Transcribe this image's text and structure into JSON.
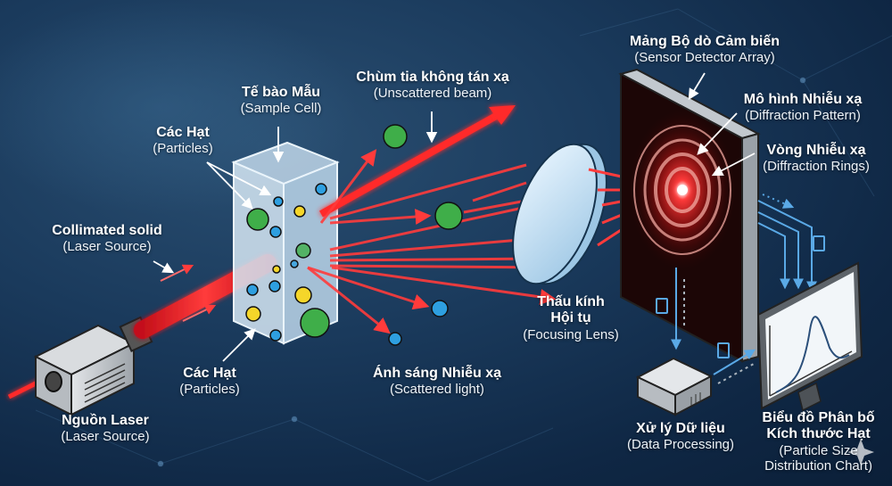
{
  "diagram": {
    "title": "Laser Diffraction Particle Size Analysis",
    "colors": {
      "background": "#12304f",
      "laser": "#ff2a2a",
      "particle_green": "#3fae49",
      "particle_blue": "#2e9fe0",
      "particle_yellow": "#f5d62a",
      "data_flow": "#5aa9e6",
      "label_text": "#ffffff"
    },
    "labels": {
      "laser_source": {
        "vi": "Nguồn Laser",
        "en": "(Laser Source)"
      },
      "collimated": {
        "vi": "Collimated solid",
        "en": "(Laser Source)"
      },
      "particles_top": {
        "vi": "Các Hạt",
        "en": "(Particles)"
      },
      "particles_bottom": {
        "vi": "Các Hạt",
        "en": "(Particles)"
      },
      "sample_cell": {
        "vi": "Tế bào Mẫu",
        "en": "(Sample Cell)"
      },
      "unscattered": {
        "vi": "Chùm tia không tán xạ",
        "en": "(Unscattered beam)"
      },
      "scattered": {
        "vi": "Ánh sáng Nhiễu xạ",
        "en": "(Scattered light)"
      },
      "lens": {
        "vi1": "Thấu kính",
        "vi2": "Hội tụ",
        "en": "(Focusing Lens)"
      },
      "detector": {
        "vi": "Mảng Bộ dò Cảm biến",
        "en": "(Sensor Detector Array)"
      },
      "pattern": {
        "vi": "Mô hình Nhiễu xạ",
        "en": "(Diffraction Pattern)"
      },
      "rings": {
        "vi": "Vòng Nhiễu xạ",
        "en": "(Diffraction Rings)"
      },
      "processing": {
        "vi": "Xử lý Dữ liệu",
        "en": "(Data Processing)"
      },
      "chart": {
        "vi1": "Biểu đồ Phân bố",
        "vi2": "Kích thước Hạt",
        "en1": "(Particle Size",
        "en2": "Distribution Chart)"
      }
    },
    "nodes": [
      {
        "id": "laser_source",
        "type": "device"
      },
      {
        "id": "sample_cell",
        "type": "container"
      },
      {
        "id": "focusing_lens",
        "type": "optic"
      },
      {
        "id": "detector_array",
        "type": "sensor"
      },
      {
        "id": "data_processing",
        "type": "device"
      },
      {
        "id": "distribution_chart",
        "type": "display"
      }
    ],
    "edges": [
      {
        "from": "laser_source",
        "to": "sample_cell",
        "kind": "laser beam"
      },
      {
        "from": "sample_cell",
        "to": "focusing_lens",
        "kind": "scattered light"
      },
      {
        "from": "sample_cell",
        "to": "offscreen",
        "kind": "unscattered beam"
      },
      {
        "from": "focusing_lens",
        "to": "detector_array",
        "kind": "focused light"
      },
      {
        "from": "detector_array",
        "to": "data_processing",
        "kind": "data"
      },
      {
        "from": "data_processing",
        "to": "distribution_chart",
        "kind": "data"
      },
      {
        "from": "detector_array",
        "to": "distribution_chart",
        "kind": "data"
      }
    ]
  }
}
